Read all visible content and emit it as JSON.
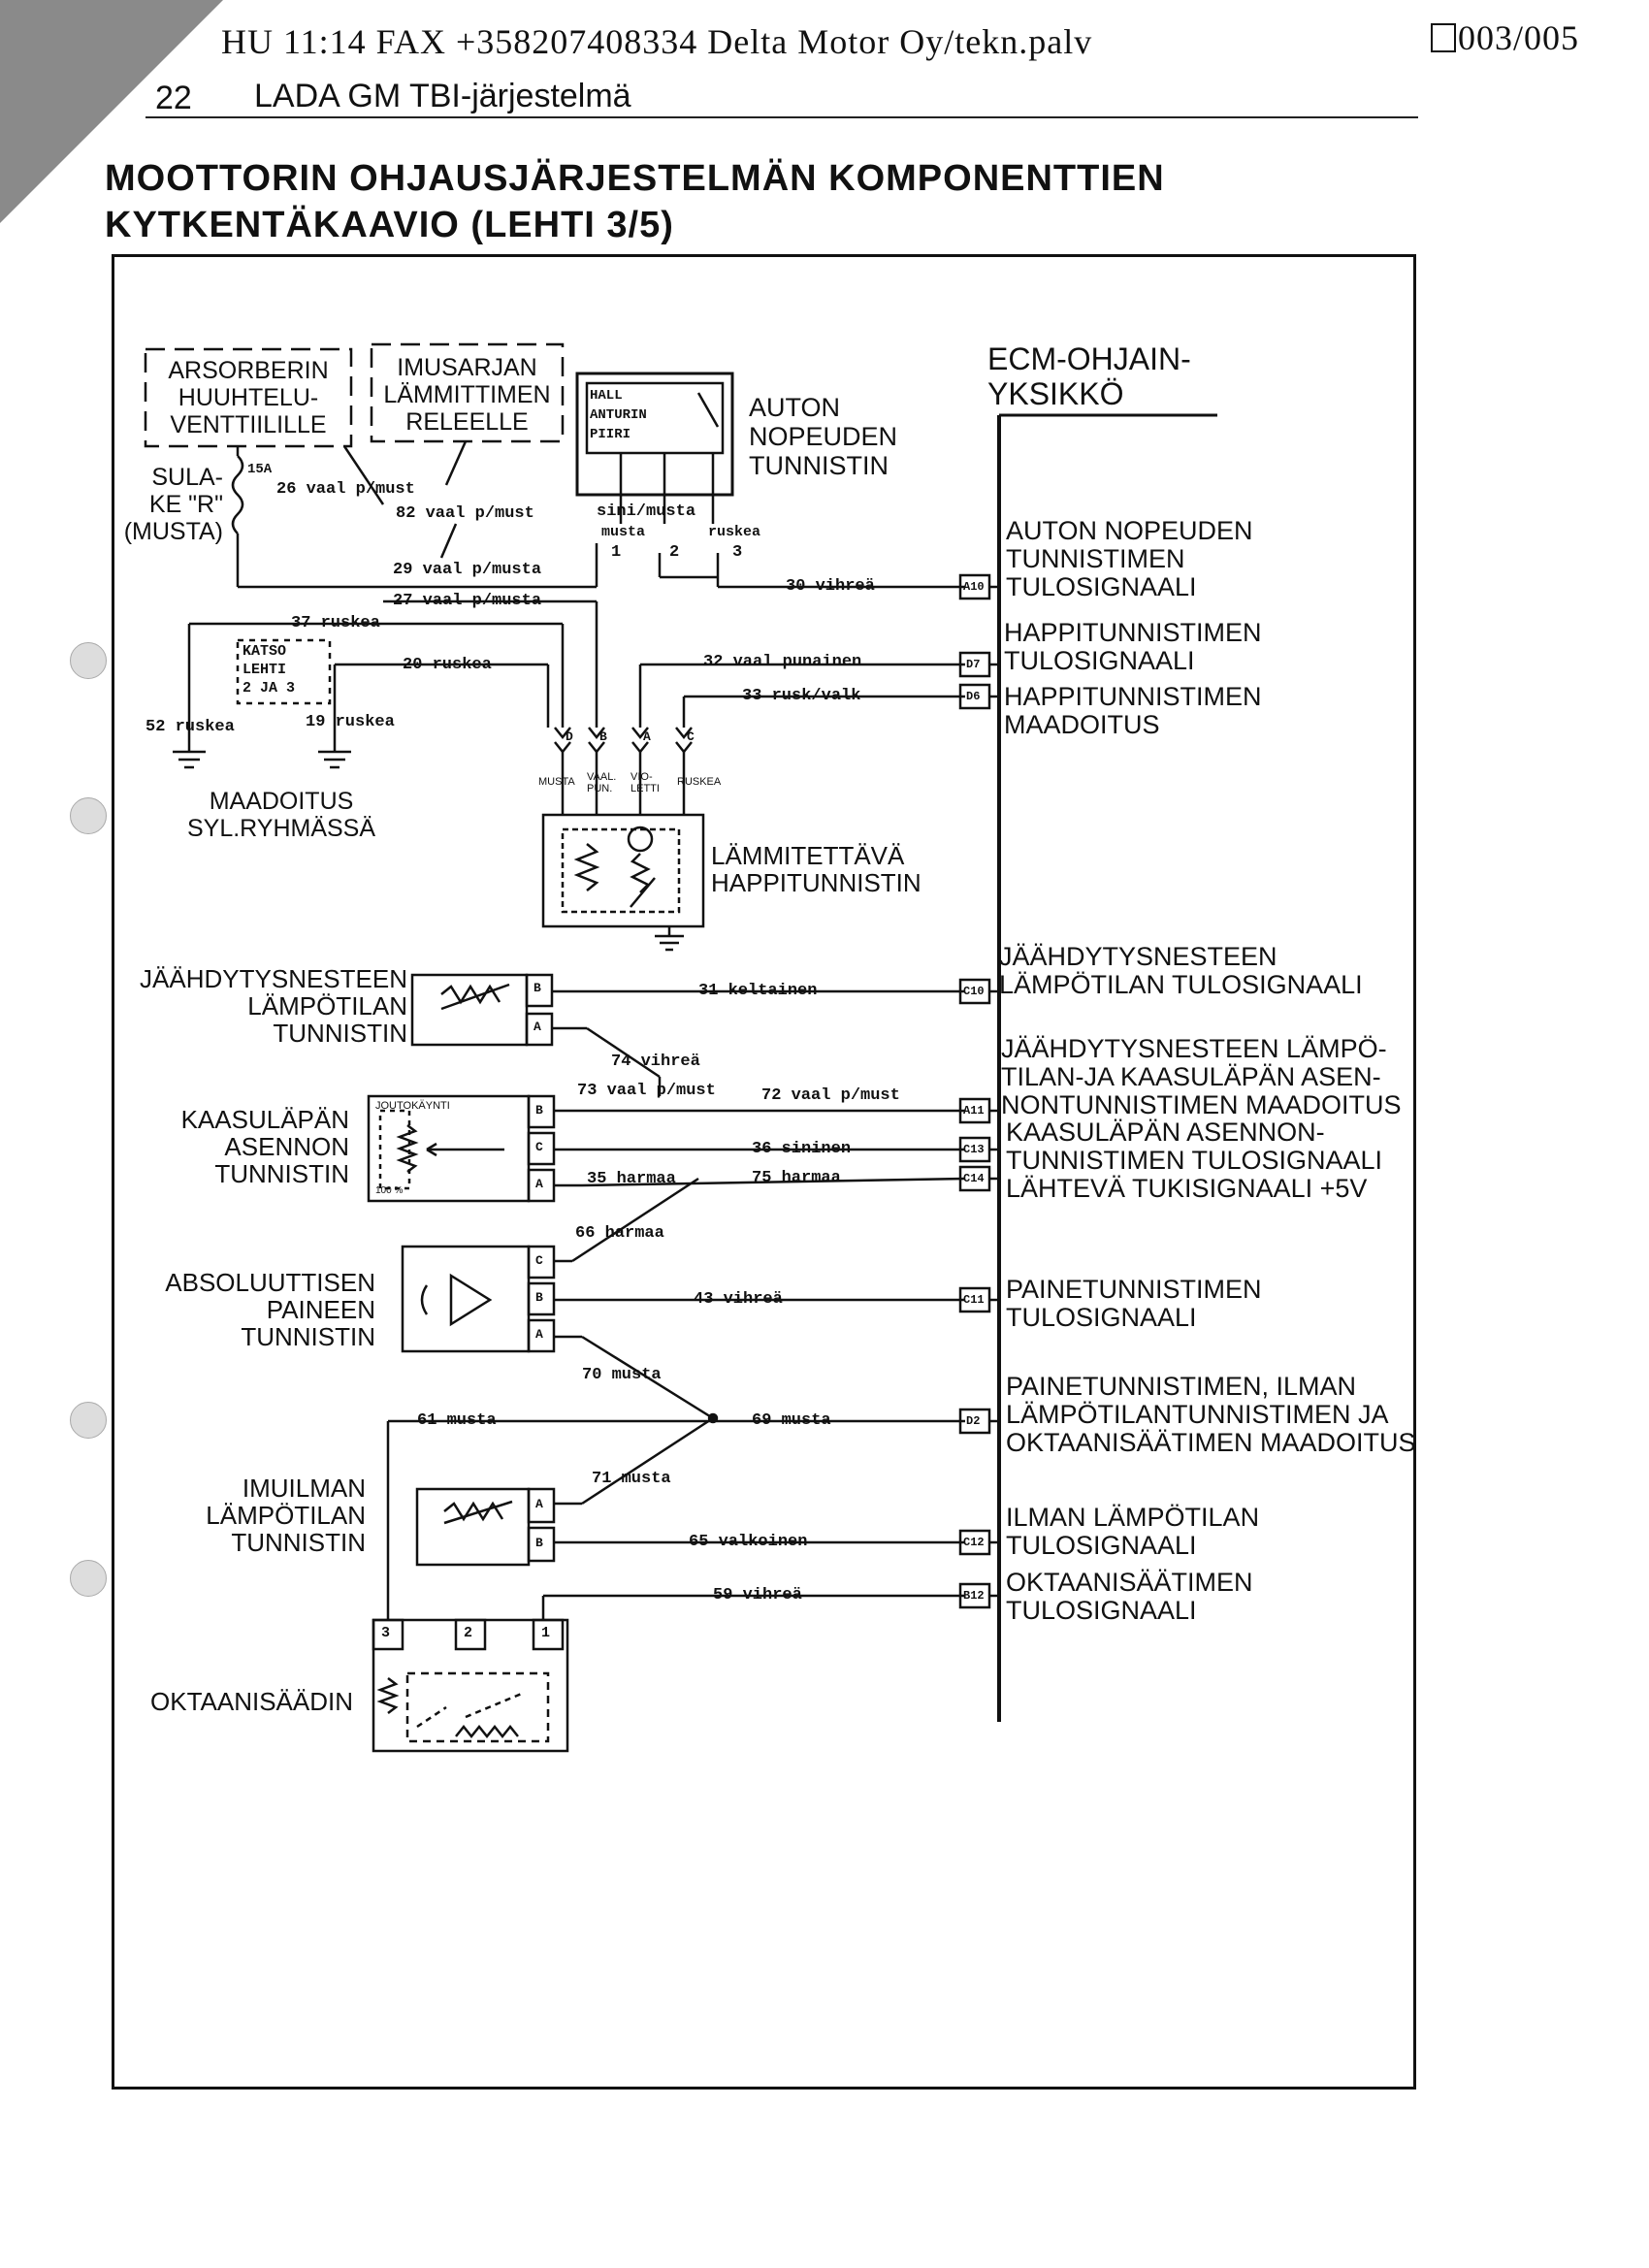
{
  "header": {
    "fax_line": "HU 11:14  FAX +358207408334 Delta Motor Oy/tekn.palv",
    "page_counter": "003/005",
    "page_number": "22",
    "section": "LADA GM TBI-järjestelmä"
  },
  "title": {
    "line1": "MOOTTORIN OHJAUSJÄRJESTELMÄN KOMPONENTTIEN",
    "line2": "KYTKENTÄKAAVIO (LEHTI 3/5)"
  },
  "components": {
    "arsorber_l1": "ARSORBERIN",
    "arsorber_l2": "HUUHTELU-",
    "arsorber_l3": "VENTTIILILLE",
    "imusarja_l1": "IMUSARJAN",
    "imusarja_l2": "LÄMMITTIMEN",
    "imusarja_l3": "RELEELLE",
    "hall_l1": "HALL",
    "hall_l2": "ANTURIN",
    "hall_l3": "PIIRI",
    "speed_l1": "AUTON",
    "speed_l2": "NOPEUDEN",
    "speed_l3": "TUNNISTIN",
    "fuse_l1": "SULA-",
    "fuse_l2": "KE \"R\"",
    "fuse_l3": "(MUSTA)",
    "fuse_rating": "15A",
    "see_sheet_l1": "KATSO",
    "see_sheet_l2": "LEHTI",
    "see_sheet_l3": "2 JA 3",
    "ground_l1": "MAADOITUS",
    "ground_l2": "SYL.RYHMÄSSÄ",
    "o2_l1": "LÄMMITETTÄVÄ",
    "o2_l2": "HAPPITUNNISTIN",
    "o2_wire_musta": "MUSTA",
    "o2_wire_vaal": "VAAL. PUN.",
    "o2_wire_vio": "VIO- LETTI",
    "o2_wire_ruskea": "RUSKEA",
    "coolant_l1": "JÄÄHDYTYSNESTEEN",
    "coolant_l2": "LÄMPÖTILAN",
    "coolant_l3": "TUNNISTIN",
    "tps_l1": "KAASULÄPÄN",
    "tps_l2": "ASENNON",
    "tps_l3": "TUNNISTIN",
    "tps_idle": "JOUTOKÄYNTI",
    "tps_full": "100 %",
    "map_l1": "ABSOLUUTTISEN",
    "map_l2": "PAINEEN",
    "map_l3": "TUNNISTIN",
    "iat_l1": "IMUILMAN",
    "iat_l2": "LÄMPÖTILAN",
    "iat_l3": "TUNNISTIN",
    "octane": "OKTAANISÄÄDIN"
  },
  "wires": {
    "w26": "26 vaal p/must",
    "w82": "82 vaal p/must",
    "w82b": "sini/musta",
    "musta": "musta",
    "ruskea": "ruskea",
    "pin1": "1",
    "pin2": "2",
    "pin3": "3",
    "w29": "29 vaal p/musta",
    "w27": "27 vaal p/musta",
    "w30": "30 vihreä",
    "w37": "37 ruskea",
    "w20": "20 ruskea",
    "w32": "32 vaal punainen",
    "w33": "33 rusk/valk",
    "w52": "52 ruskea",
    "w19": "19 ruskea",
    "w31": "31 keltainen",
    "w74": "74 vihreä",
    "w73": "73 vaal p/must",
    "w72": "72 vaal p/must",
    "w36": "36 sininen",
    "w35": "35 harmaa",
    "w75": "75 harmaa",
    "w66": "66 harmaa",
    "w43": "43 vihreä",
    "w70": "70 musta",
    "w61": "61 musta",
    "w69": "69 musta",
    "w71": "71 musta",
    "w65": "65 valkoinen",
    "w59": "59 vihreä"
  },
  "pins": {
    "A10": "A10",
    "D7": "D7",
    "D6": "D6",
    "C10": "C10",
    "A11": "A11",
    "C13": "C13",
    "C14": "C14",
    "C11": "C11",
    "D2": "D2",
    "C12": "C12",
    "B12": "B12",
    "B": "B",
    "A": "A",
    "C": "C",
    "D": "D",
    "n3": "3",
    "n2": "2",
    "n1": "1"
  },
  "ecm": {
    "title_l1": "ECM-OHJAIN-",
    "title_l2": "YKSIKKÖ",
    "s1_l1": "AUTON NOPEUDEN",
    "s1_l2": "TUNNISTIMEN",
    "s1_l3": "TULOSIGNAALI",
    "s2_l1": "HAPPITUNNISTIMEN",
    "s2_l2": "TULOSIGNAALI",
    "s3_l1": "HAPPITUNNISTIMEN",
    "s3_l2": "MAADOITUS",
    "s4_l1": "JÄÄHDYTYSNESTEEN",
    "s4_l2": "LÄMPÖTILAN TULOSIGNAALI",
    "s5_l1": "JÄÄHDYTYSNESTEEN LÄMPÖ-",
    "s5_l2": "TILAN-JA KAASULÄPÄN ASEN-",
    "s5_l3": "NONTUNNISTIMEN MAADOITUS",
    "s6_l1": "KAASULÄPÄN ASENNON-",
    "s6_l2": "TUNNISTIMEN TULOSIGNAALI",
    "s7": "LÄHTEVÄ TUKISIGNAALI +5V",
    "s8_l1": "PAINETUNNISTIMEN",
    "s8_l2": "TULOSIGNAALI",
    "s9_l1": "PAINETUNNISTIMEN, ILMAN",
    "s9_l2": "LÄMPÖTILANTUNNISTIMEN JA",
    "s9_l3": "OKTAANISÄÄTIMEN MAADOITUS",
    "s10_l1": "ILMAN LÄMPÖTILAN",
    "s10_l2": "TULOSIGNAALI",
    "s11_l1": "OKTAANISÄÄTIMEN",
    "s11_l2": "TULOSIGNAALI"
  }
}
